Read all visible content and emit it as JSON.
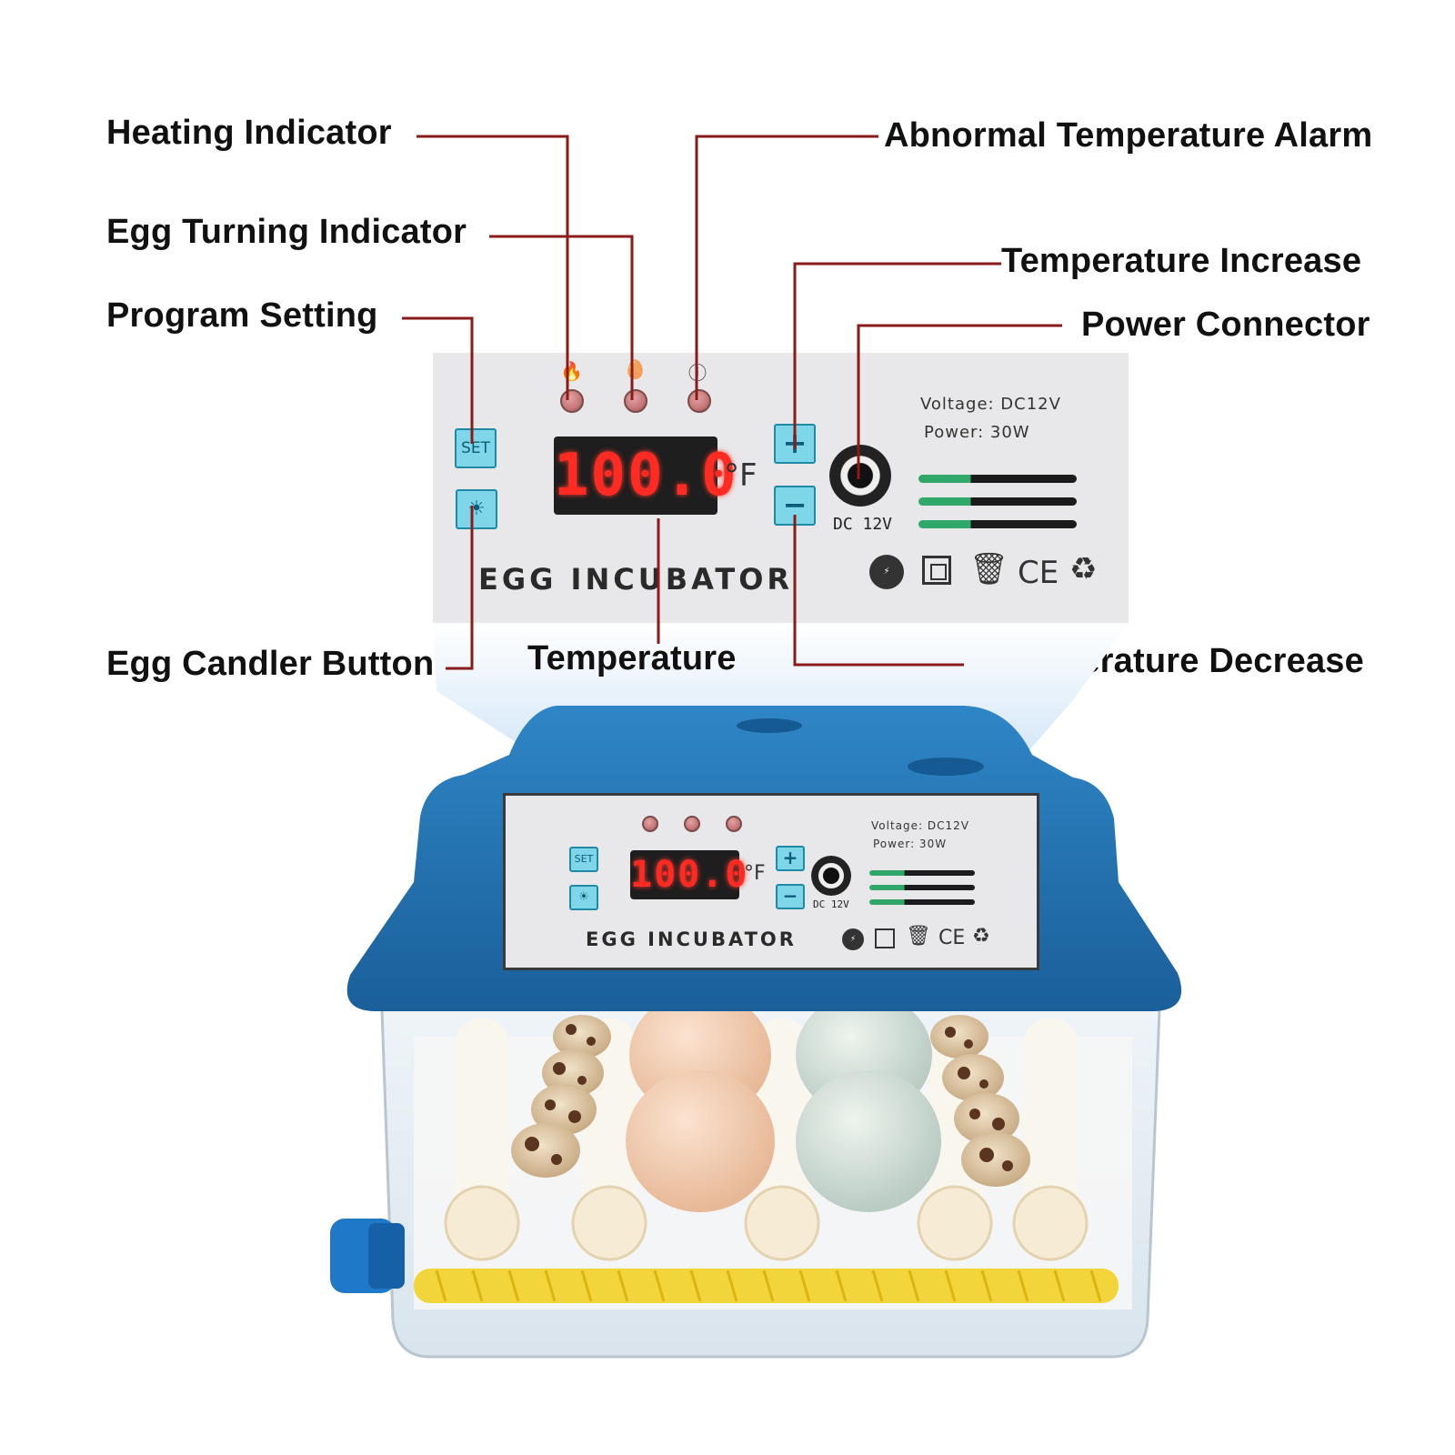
{
  "callouts": {
    "heating_indicator": "Heating Indicator",
    "egg_turning_indicator": "Egg Turning Indicator",
    "program_setting": "Program Setting",
    "egg_candler_button": "Egg Candler Button",
    "temperature": "Temperature",
    "abnormal_temperature_alarm": "Abnormal Temperature Alarm",
    "temperature_increase": "Temperature Increase",
    "power_connector": "Power Connector",
    "temperature_decrease": "Temperature Decrease"
  },
  "panel": {
    "set_label": "SET",
    "plus_label": "+",
    "minus_label": "−",
    "temperature_value": "100.0",
    "unit": "°F",
    "title": "EGG INCUBATOR",
    "voltage": "Voltage:  DC12V",
    "power": "Power:  30W",
    "port_label": "DC 12V",
    "ce_mark": "CE",
    "icons": {
      "heating": "flame-icon",
      "turning": "egg-turn-icon",
      "alarm": "alarm-icon",
      "candler": "light-bulb-icon",
      "low_energy": "low-energy-icon",
      "double_insulation": "double-insulation-icon",
      "weee": "crossed-bin-icon",
      "recycle": "recycle-icon"
    }
  },
  "colors": {
    "leader_line": "#8b1a1a",
    "display_digits": "#ff2a22",
    "button_fill": "#7fd6e8",
    "lid_blue": "#1f6fae",
    "turner_yellow": "#f2d53b"
  }
}
